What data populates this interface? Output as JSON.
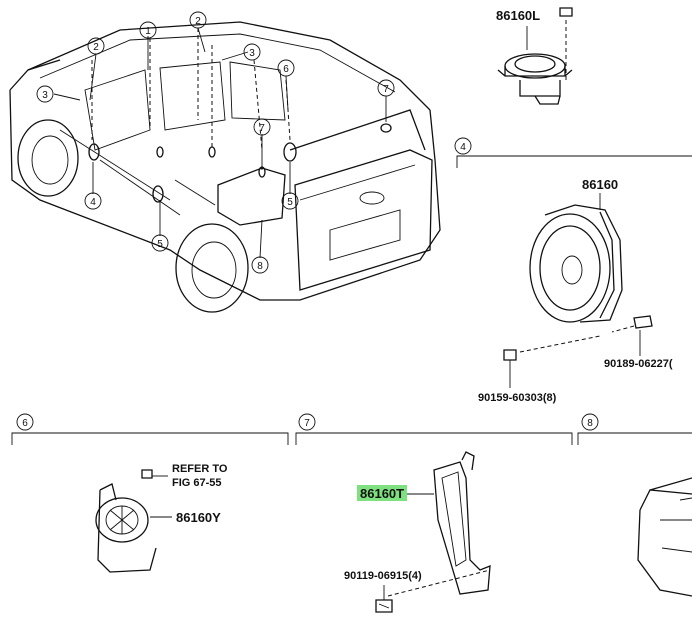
{
  "parts": {
    "p86160L": "86160L",
    "p86160": "86160",
    "p90189": "90189-06227(",
    "p90159": "90159-60303(8)",
    "refer1": "REFER TO",
    "refer2": "FIG 67-55",
    "p86160Y": "86160Y",
    "p86160T": "86160T",
    "p90119": "90119-06915(4)"
  },
  "sections": {
    "s4": "4",
    "s6": "6",
    "s7": "7",
    "s8": "8"
  },
  "callouts": [
    "1",
    "2",
    "2",
    "3",
    "3",
    "6",
    "7",
    "7",
    "4",
    "5",
    "5",
    "8"
  ],
  "colors": {
    "highlight": "#7ee07e",
    "ink": "#111111"
  }
}
